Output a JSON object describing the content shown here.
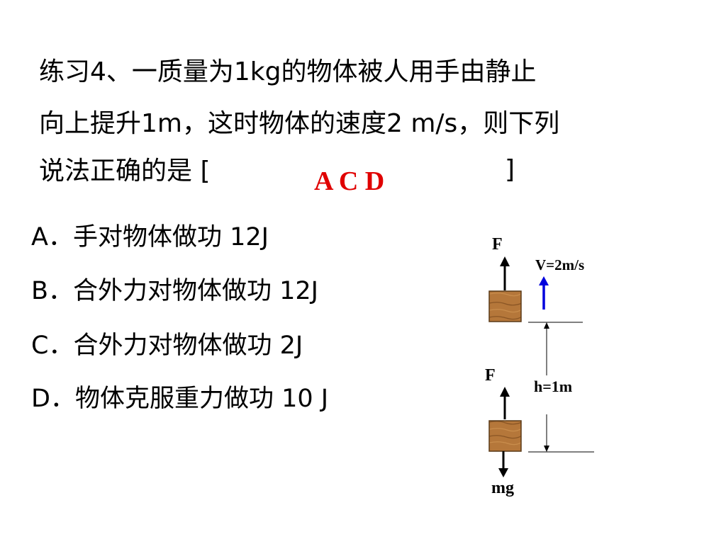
{
  "question": {
    "lines": [
      "练习4、一质量为1kg的物体被人用手由静止",
      "向上提升1m，这时物体的速度2 m/s，则下列",
      "说法正确的是 ["
    ],
    "closing_bracket": "]",
    "answer": "A C D",
    "answer_color": "#e00000"
  },
  "options": [
    {
      "letter": "A．",
      "text": "手对物体做功 12J"
    },
    {
      "letter": "B．",
      "text": "合外力对物体做功 12J"
    },
    {
      "letter": "C．",
      "text": "合外力对物体做功 2J"
    },
    {
      "letter": "D．",
      "text": "物体克服重力做功 10 J"
    }
  ],
  "diagram": {
    "top_force_label": "F",
    "velocity_label": "V=2m/s",
    "bottom_force_label": "F",
    "height_label": "h=1m",
    "weight_label": "mg",
    "velocity_arrow_color": "#0000dd",
    "box_color": "#b5773a"
  }
}
